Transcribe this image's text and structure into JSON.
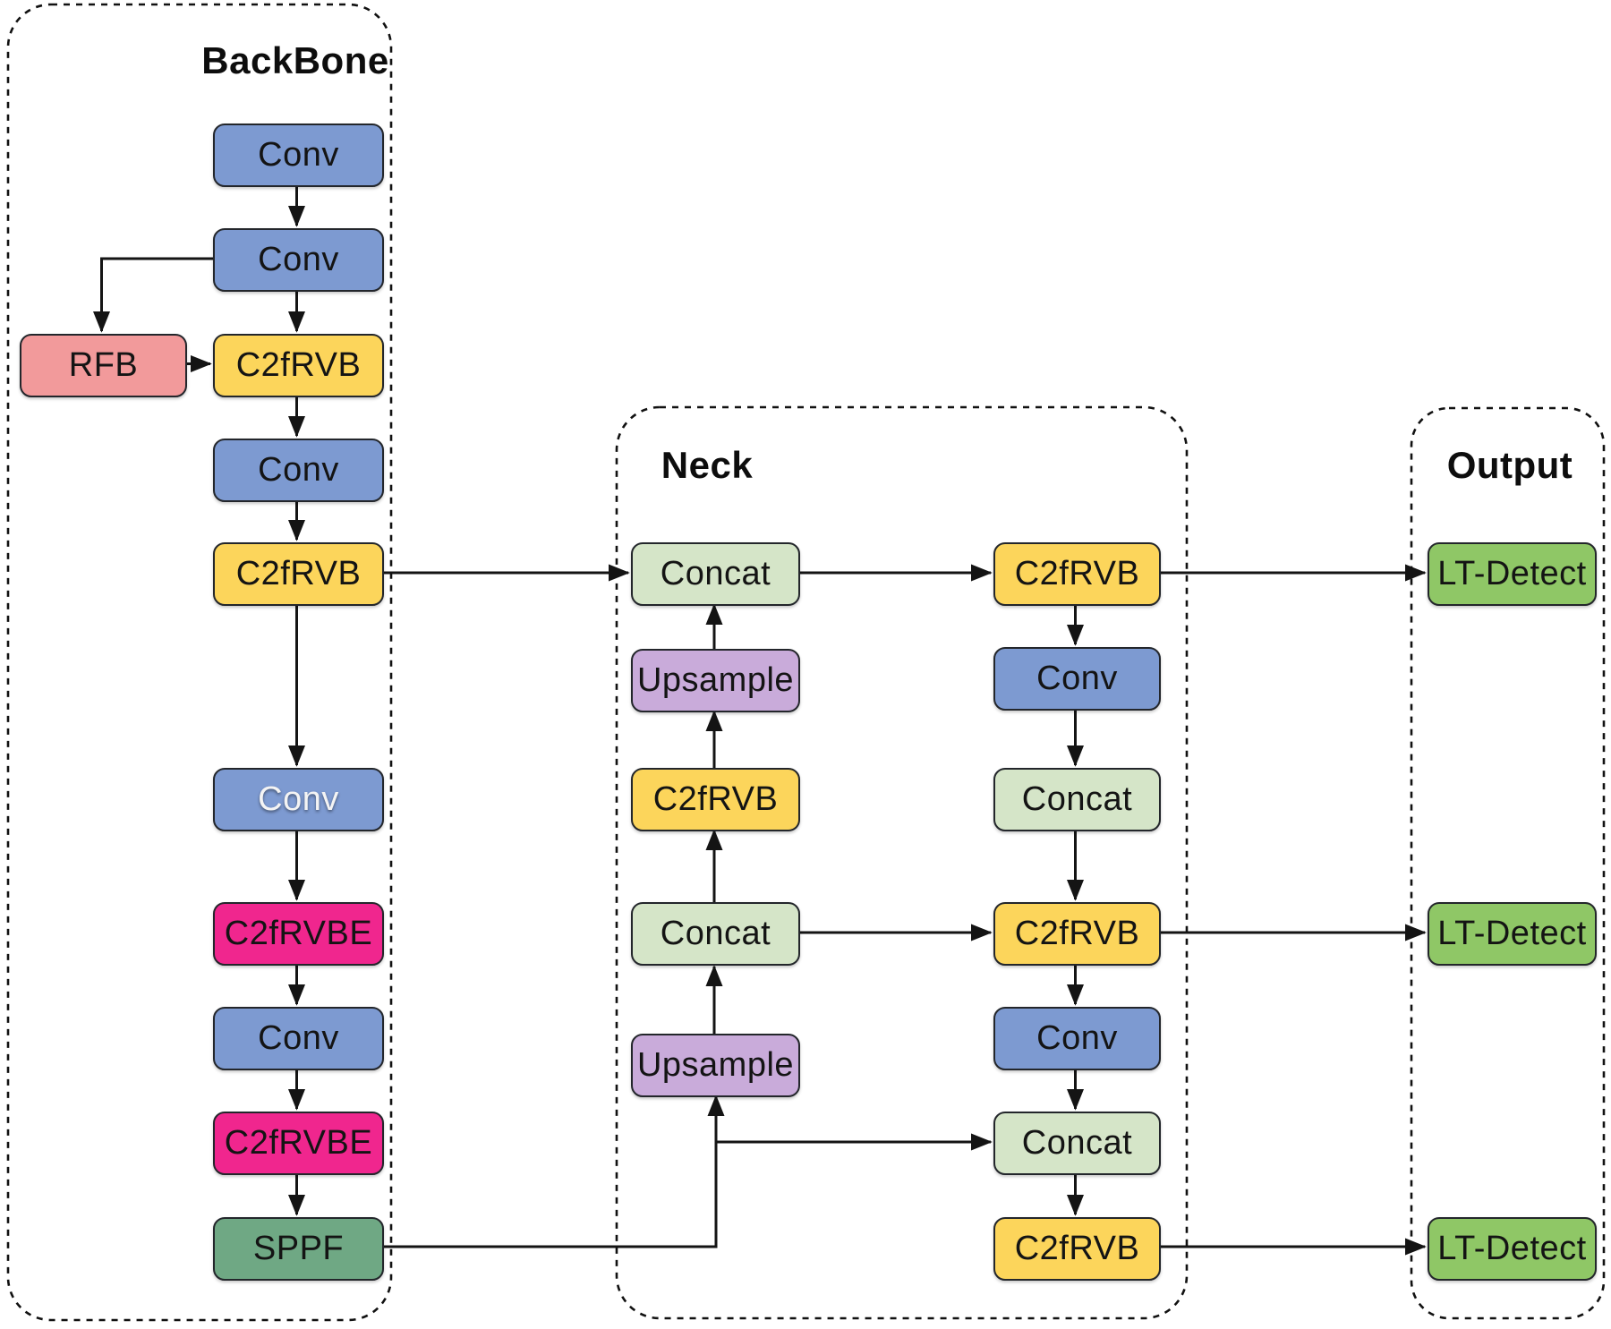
{
  "sections": {
    "backbone": {
      "title": "BackBone"
    },
    "neck": {
      "title": "Neck"
    },
    "output": {
      "title": "Output"
    }
  },
  "nodes": {
    "bb_conv1": {
      "label": "Conv"
    },
    "bb_conv2": {
      "label": "Conv"
    },
    "bb_rfb": {
      "label": "RFB"
    },
    "bb_c2frvb1": {
      "label": "C2fRVB"
    },
    "bb_conv3": {
      "label": "Conv"
    },
    "bb_c2frvb2": {
      "label": "C2fRVB"
    },
    "bb_conv4": {
      "label": "Conv"
    },
    "bb_c2frvbe1": {
      "label": "C2fRVBE"
    },
    "bb_conv5": {
      "label": "Conv"
    },
    "bb_c2frvbe2": {
      "label": "C2fRVBE"
    },
    "bb_sppf": {
      "label": "SPPF"
    },
    "nk_concat_top": {
      "label": "Concat"
    },
    "nk_upsample_top": {
      "label": "Upsample"
    },
    "nk_c2frvb_left": {
      "label": "C2fRVB"
    },
    "nk_concat_mid": {
      "label": "Concat"
    },
    "nk_upsample_bot": {
      "label": "Upsample"
    },
    "nk_c2frvb_r1": {
      "label": "C2fRVB"
    },
    "nk_conv_r1": {
      "label": "Conv"
    },
    "nk_concat_r1": {
      "label": "Concat"
    },
    "nk_c2frvb_r2": {
      "label": "C2fRVB"
    },
    "nk_conv_r2": {
      "label": "Conv"
    },
    "nk_concat_r2": {
      "label": "Concat"
    },
    "nk_c2frvb_r3": {
      "label": "C2fRVB"
    },
    "out_lt1": {
      "label": "LT-Detect"
    },
    "out_lt2": {
      "label": "LT-Detect"
    },
    "out_lt3": {
      "label": "LT-Detect"
    }
  },
  "colors": {
    "conv_blue": "#7d9ad1",
    "c2frvb_yellow": "#fcd55b",
    "rfb_pink": "#f29a9b",
    "c2frvbe_magenta": "#f0268e",
    "sppf_green": "#6fa884",
    "concat_green": "#d5e5c8",
    "upsample_purple": "#c9abda",
    "ltdetect_green": "#8fc766",
    "line_black": "#141414"
  }
}
